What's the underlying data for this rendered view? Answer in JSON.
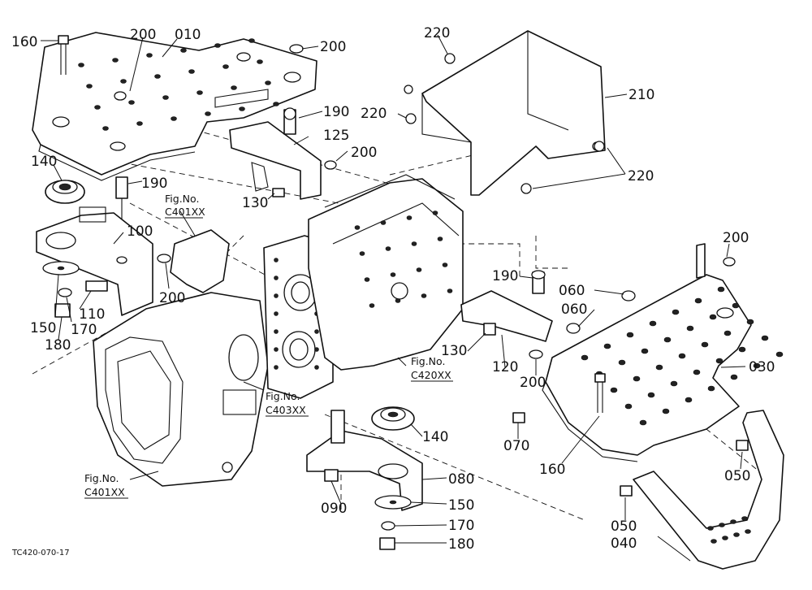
{
  "drawing_code": "TC420-070-17",
  "refs": {
    "fig_label": "Fig.No.",
    "c401_top": "C401XX",
    "c401_bottom": "C401XX",
    "c403": "C403XX",
    "c420": "C420XX"
  },
  "labels": {
    "p160_top": "160",
    "p200_top": "200",
    "p010": "010",
    "p200_a": "200",
    "p220_top": "220",
    "p210": "210",
    "p190_a": "190",
    "p220_mid": "220",
    "p125": "125",
    "p200_b": "200",
    "p140_a": "140",
    "p190_b": "190",
    "p220_right": "220",
    "p130_a": "130",
    "p100": "100",
    "p200_right": "200",
    "p200_c": "200",
    "p190_c": "190",
    "p060_a": "060",
    "p060_b": "060",
    "p150_a": "150",
    "p110": "110",
    "p170_a": "170",
    "p180_a": "180",
    "p130_b": "130",
    "p120": "120",
    "p030": "030",
    "p200_d": "200",
    "p070": "070",
    "p140_b": "140",
    "p160_b": "160",
    "p050_a": "050",
    "p080": "080",
    "p090": "090",
    "p150_b": "150",
    "p050_b": "050",
    "p170_b": "170",
    "p040": "040",
    "p180_b": "180"
  }
}
